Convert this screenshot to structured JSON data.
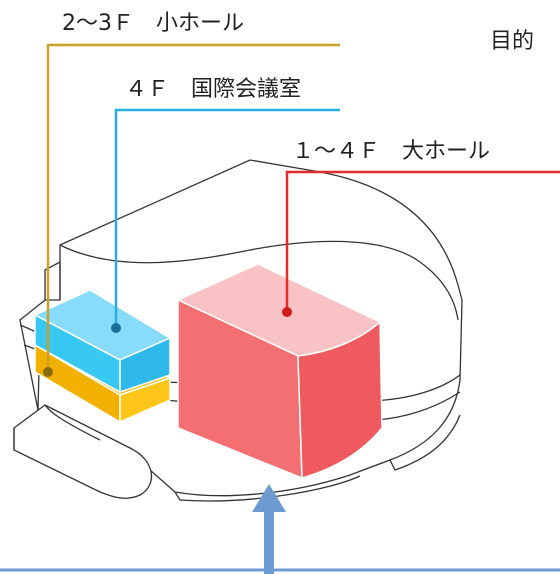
{
  "labels": {
    "small_hall": "2～3Ｆ　小ホール",
    "intl_conference": "４Ｆ　国際会議室",
    "large_hall": "１～４Ｆ　大ホール",
    "purpose": "目的"
  },
  "colors": {
    "small_hall_line": "#c9a227",
    "small_hall_box": "#f7be16",
    "intl_conference_line": "#29aee3",
    "intl_conference_box": "#37c8f4",
    "large_hall_line": "#e82a2a",
    "large_hall_box": "#f46f72",
    "large_hall_top": "#f9c2c4",
    "outline": "#333333",
    "arrow": "#6d9ad0"
  }
}
